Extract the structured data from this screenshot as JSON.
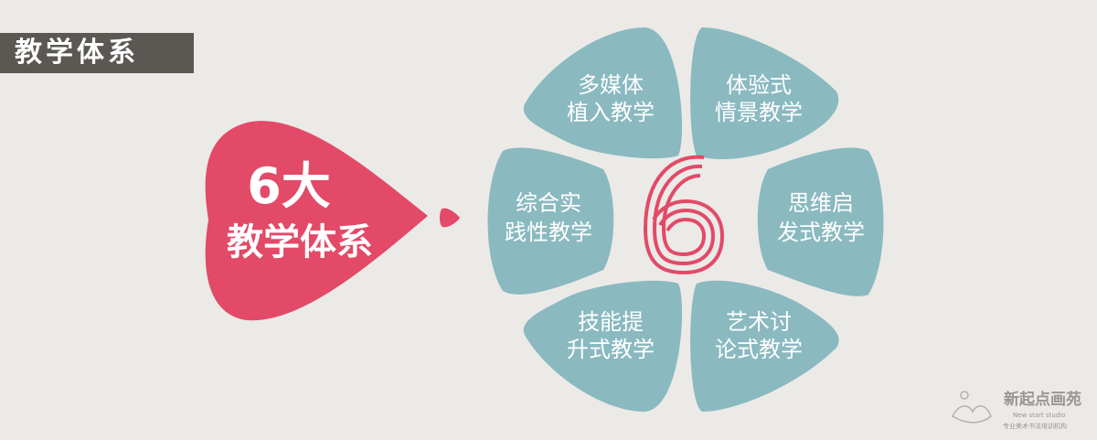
{
  "header": {
    "title": "教学体系"
  },
  "hero": {
    "line1": "6大",
    "line2": "教学体系",
    "color": "#e24a68"
  },
  "center": {
    "numeral": "6",
    "color": "#e24a68"
  },
  "petals": {
    "color": "#8ab9c0",
    "items": [
      {
        "line1": "多媒体",
        "line2": "植入教学"
      },
      {
        "line1": "体验式",
        "line2": "情景教学"
      },
      {
        "line1": "思维启",
        "line2": "发式教学"
      },
      {
        "line1": "艺术讨",
        "line2": "论式教学"
      },
      {
        "line1": "技能提",
        "line2": "升式教学"
      },
      {
        "line1": "综合实",
        "line2": "践性教学"
      }
    ]
  },
  "logo": {
    "name": "新起点画苑",
    "english": "New start studio",
    "tagline": "专业美术书法培训机构"
  }
}
